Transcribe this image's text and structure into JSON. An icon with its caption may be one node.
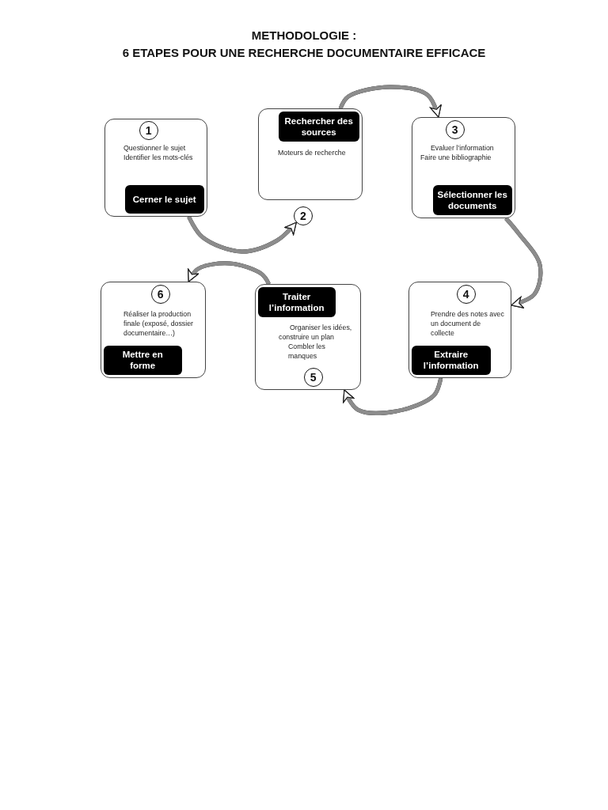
{
  "diagram": {
    "title": "METHODOLOGIE : 6 ETAPES POUR UNE RECHERCHE DOCUMENTAIRE EFFICACE",
    "nodes": [
      {
        "text": [
          "Questionner le sujet",
          "Identifier les mots-clés"
        ]
      },
      {
        "text": [
          "1"
        ],
        "in": 0
      },
      {
        "text": [
          "Cerner le sujet"
        ],
        "in": 0
      },
      {
        "text": [
          "Moteurs de recherche"
        ]
      },
      {
        "text": [
          "Rechercher des sources"
        ],
        "in": 3
      },
      {
        "text": [
          "2"
        ]
      },
      {
        "text": [
          "Evaluer l’information",
          "Faire une bibliographie"
        ]
      },
      {
        "text": [
          "3"
        ],
        "in": 6
      },
      {
        "text": [
          "Sélectionner les documents"
        ],
        "in": 6
      },
      {
        "text": [
          "Prendre des notes avec un document de collecte"
        ]
      },
      {
        "text": [
          "4"
        ],
        "in": 9
      },
      {
        "text": [
          "Extraire l’information"
        ],
        "in": 9
      },
      {
        "text": [
          "Organiser les idées, construire un plan",
          "Combler les manques"
        ]
      },
      {
        "text": [
          "Traiter l’information"
        ],
        "in": 12
      },
      {
        "text": [
          "5"
        ],
        "in": 12
      },
      {
        "text": [
          "Réaliser la production finale (exposé, dossier documentaire…)"
        ]
      },
      {
        "text": [
          "6"
        ],
        "in": 15
      },
      {
        "text": [
          "Mettre en forme"
        ],
        "in": 15
      }
    ],
    "edges": [
      {
        "from": 0,
        "to": 5,
        "arrow": "to"
      },
      {
        "from": 3,
        "to": 6,
        "arrow": "to"
      },
      {
        "from": 6,
        "to": 9,
        "arrow": "to"
      },
      {
        "from": 9,
        "to": 12,
        "arrow": "to"
      },
      {
        "from": 12,
        "to": 15,
        "arrow": "to"
      }
    ]
  }
}
